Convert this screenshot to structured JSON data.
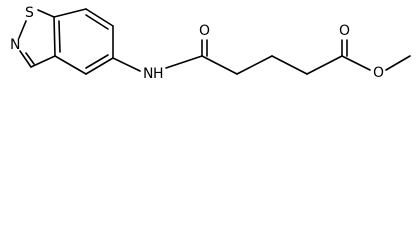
{
  "diagram": {
    "type": "chemical-structure",
    "atom_labels": {
      "sulfur": "S",
      "ring_nitrogen": "N",
      "amide_nitrogen": "N",
      "amide_hydrogen": "H",
      "amide_oxygen": "O",
      "ester_carbonyl_oxygen": "O",
      "ester_ether_oxygen": "O"
    }
  }
}
